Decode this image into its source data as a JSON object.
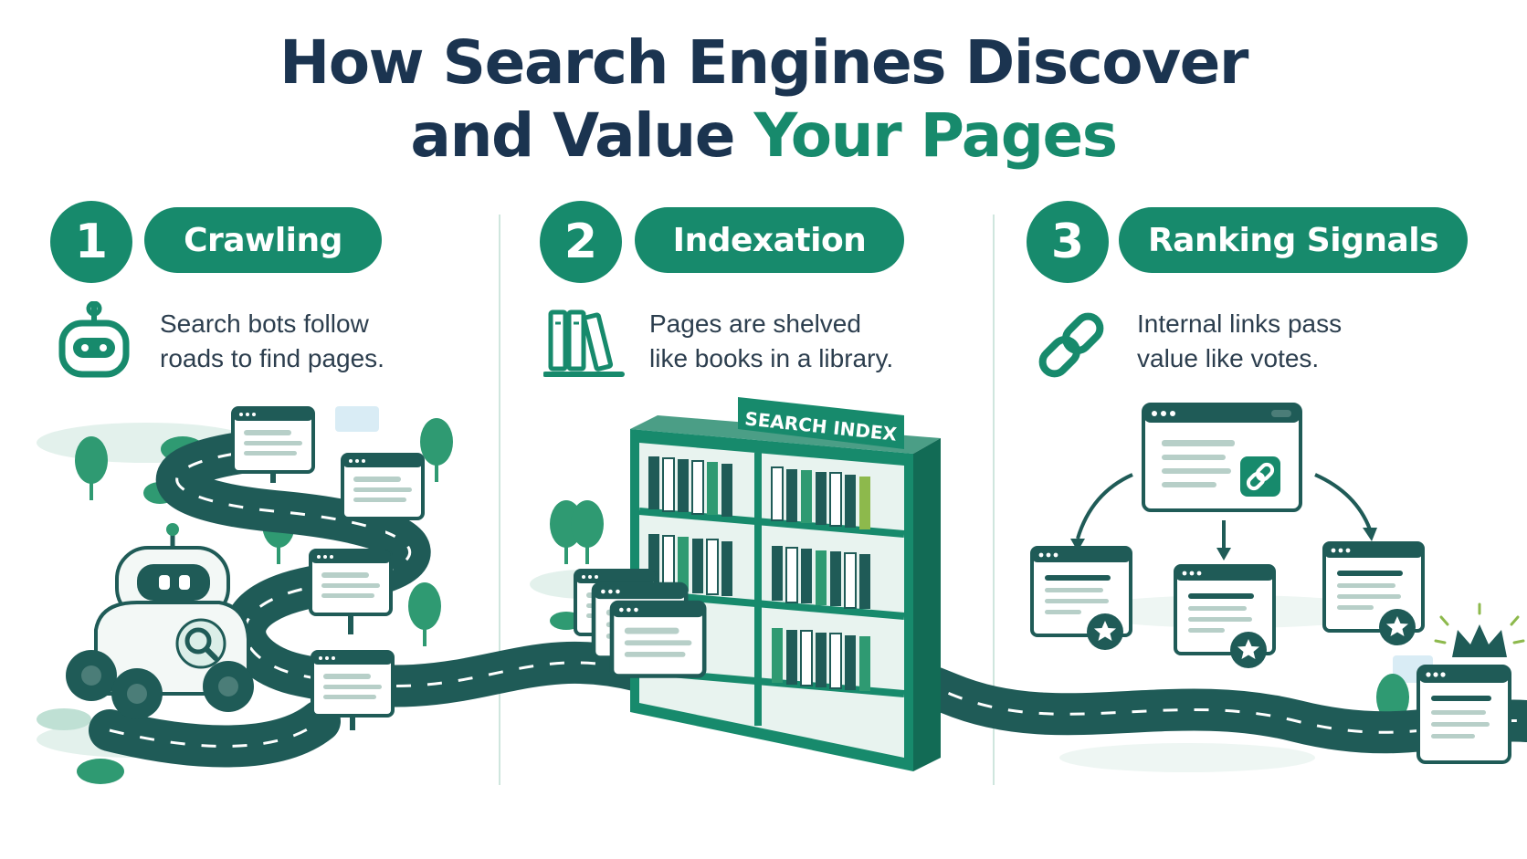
{
  "title": {
    "line1": "How Search Engines Discover",
    "line2_prefix": "and Value",
    "line2_accent": "Your Pages"
  },
  "colors": {
    "primary": "#178a6c",
    "dark_road": "#1f5b57",
    "title": "#1b3450",
    "light_green": "#d5ece4",
    "tree": "#2f9a72"
  },
  "steps": [
    {
      "number": "1",
      "label": "Crawling",
      "icon": "robot-icon",
      "description_lines": [
        "Search bots follow",
        "roads to find pages."
      ]
    },
    {
      "number": "2",
      "label": "Indexation",
      "icon": "books-icon",
      "description_lines": [
        "Pages are shelved",
        "like books in a library."
      ]
    },
    {
      "number": "3",
      "label": "Ranking Signals",
      "icon": "link-icon",
      "description_lines": [
        "Internal links pass",
        "value like votes."
      ]
    }
  ],
  "index_sign": "SEARCH INDEX"
}
